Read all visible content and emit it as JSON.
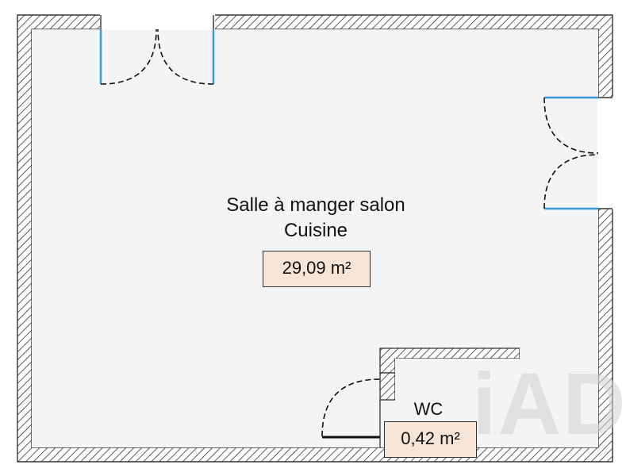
{
  "rooms": {
    "main": {
      "name_line1": "Salle à manger salon",
      "name_line2": "Cuisine",
      "area": "29,09 m²"
    },
    "wc": {
      "name": "WC",
      "area": "0,42 m²"
    }
  },
  "watermark": {
    "text": "iAD"
  },
  "colors": {
    "wall_hatch": "#333333",
    "floor": "#f4f4f5",
    "window": "#3a9ad9",
    "area_badge": "#f6e4d6"
  }
}
